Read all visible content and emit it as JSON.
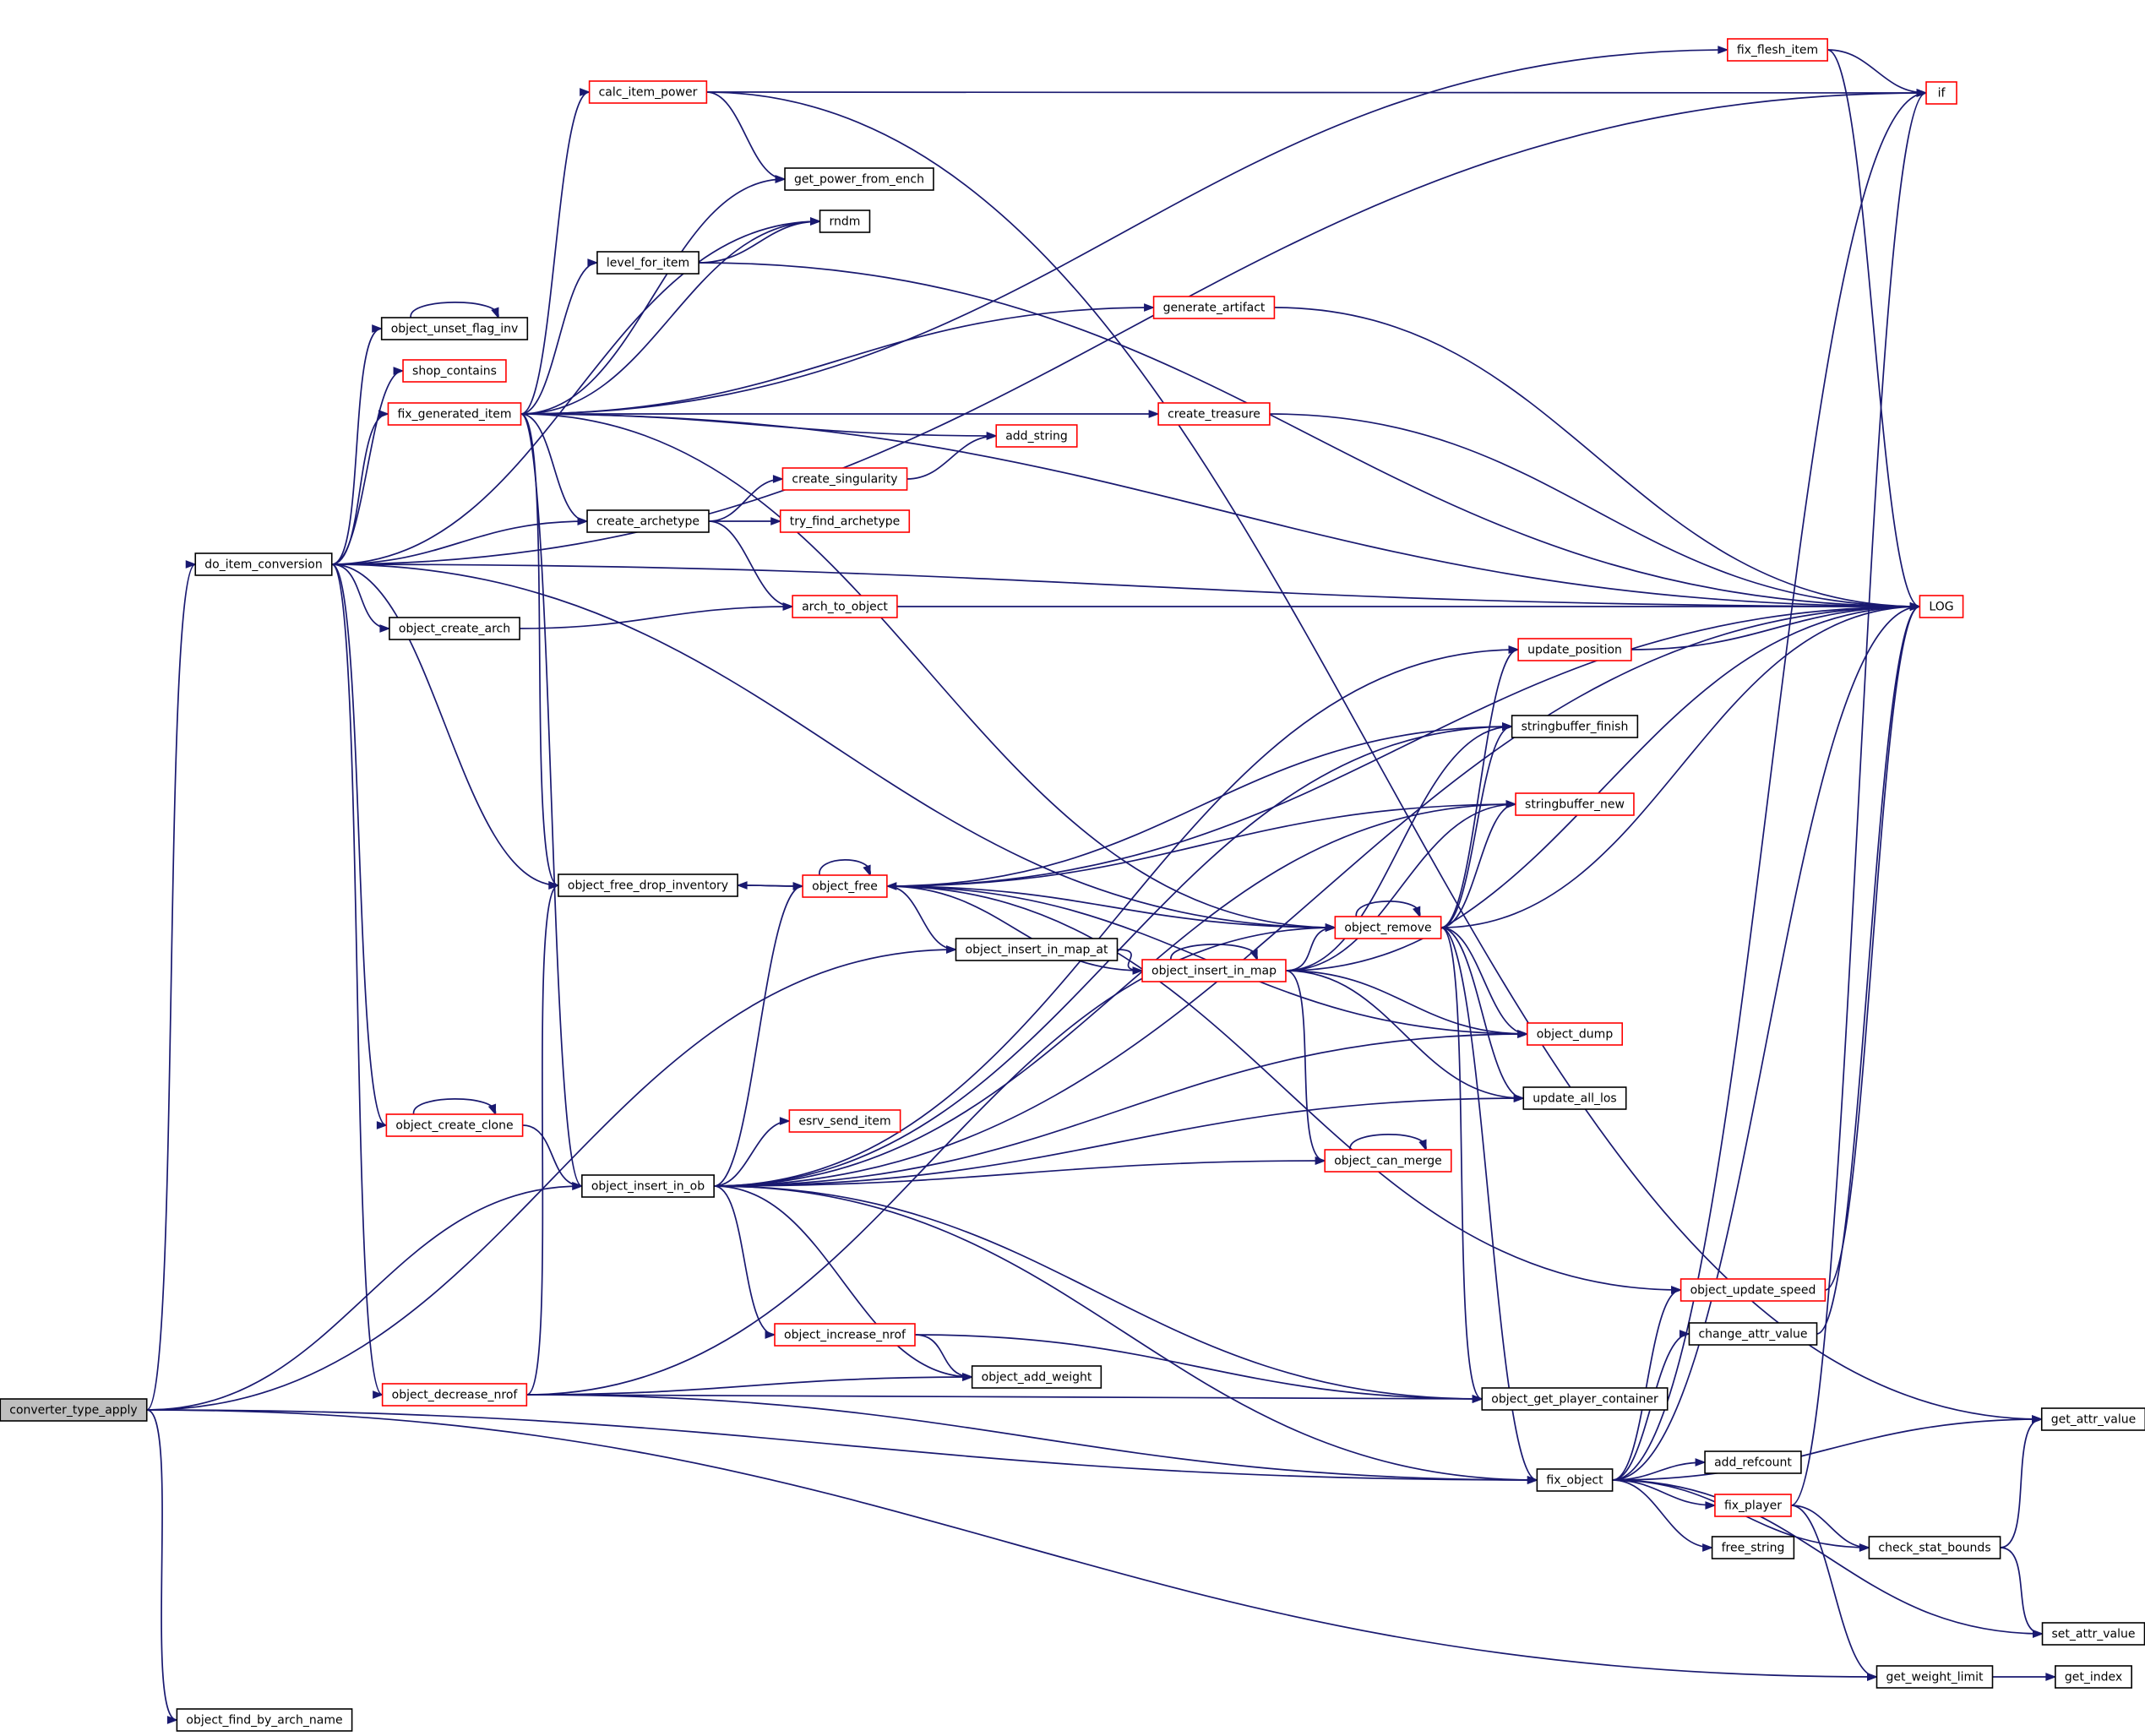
{
  "graph": {
    "colors": {
      "edge": "#191970",
      "node_border": "#000000",
      "partial_border": "#ff0000",
      "root_fill": "#bfbfbf",
      "node_fill": "#ffffff"
    },
    "nodes": [
      {
        "id": "converter_type_apply",
        "label": "converter_type_apply",
        "root": true
      },
      {
        "id": "do_item_conversion",
        "label": "do_item_conversion"
      },
      {
        "id": "object_find_by_arch_name",
        "label": "object_find_by_arch_name"
      },
      {
        "id": "object_unset_flag_inv",
        "label": "object_unset_flag_inv"
      },
      {
        "id": "shop_contains",
        "label": "shop_contains",
        "partial": true
      },
      {
        "id": "fix_generated_item",
        "label": "fix_generated_item",
        "partial": true
      },
      {
        "id": "object_create_arch",
        "label": "object_create_arch"
      },
      {
        "id": "object_create_clone",
        "label": "object_create_clone",
        "partial": true
      },
      {
        "id": "object_decrease_nrof",
        "label": "object_decrease_nrof",
        "partial": true
      },
      {
        "id": "calc_item_power",
        "label": "calc_item_power",
        "partial": true
      },
      {
        "id": "level_for_item",
        "label": "level_for_item"
      },
      {
        "id": "create_archetype",
        "label": "create_archetype"
      },
      {
        "id": "object_free_drop_inventory",
        "label": "object_free_drop_inventory"
      },
      {
        "id": "object_insert_in_ob",
        "label": "object_insert_in_ob"
      },
      {
        "id": "get_power_from_ench",
        "label": "get_power_from_ench"
      },
      {
        "id": "rndm",
        "label": "rndm"
      },
      {
        "id": "create_singularity",
        "label": "create_singularity",
        "partial": true
      },
      {
        "id": "try_find_archetype",
        "label": "try_find_archetype",
        "partial": true
      },
      {
        "id": "arch_to_object",
        "label": "arch_to_object",
        "partial": true
      },
      {
        "id": "object_free",
        "label": "object_free",
        "partial": true
      },
      {
        "id": "esrv_send_item",
        "label": "esrv_send_item",
        "partial": true
      },
      {
        "id": "object_increase_nrof",
        "label": "object_increase_nrof",
        "partial": true
      },
      {
        "id": "object_add_weight",
        "label": "object_add_weight"
      },
      {
        "id": "add_string",
        "label": "add_string",
        "partial": true
      },
      {
        "id": "object_insert_in_map_at",
        "label": "object_insert_in_map_at"
      },
      {
        "id": "generate_artifact",
        "label": "generate_artifact",
        "partial": true
      },
      {
        "id": "create_treasure",
        "label": "create_treasure",
        "partial": true
      },
      {
        "id": "object_insert_in_map",
        "label": "object_insert_in_map",
        "partial": true
      },
      {
        "id": "object_remove",
        "label": "object_remove",
        "partial": true
      },
      {
        "id": "object_can_merge",
        "label": "object_can_merge",
        "partial": true
      },
      {
        "id": "update_position",
        "label": "update_position",
        "partial": true
      },
      {
        "id": "stringbuffer_finish",
        "label": "stringbuffer_finish"
      },
      {
        "id": "stringbuffer_new",
        "label": "stringbuffer_new",
        "partial": true
      },
      {
        "id": "object_dump",
        "label": "object_dump",
        "partial": true
      },
      {
        "id": "update_all_los",
        "label": "update_all_los"
      },
      {
        "id": "object_get_player_container",
        "label": "object_get_player_container"
      },
      {
        "id": "fix_object",
        "label": "fix_object"
      },
      {
        "id": "fix_flesh_item",
        "label": "fix_flesh_item",
        "partial": true
      },
      {
        "id": "object_update_speed",
        "label": "object_update_speed",
        "partial": true
      },
      {
        "id": "change_attr_value",
        "label": "change_attr_value"
      },
      {
        "id": "add_refcount",
        "label": "add_refcount"
      },
      {
        "id": "fix_player",
        "label": "fix_player",
        "partial": true
      },
      {
        "id": "free_string",
        "label": "free_string"
      },
      {
        "id": "check_stat_bounds",
        "label": "check_stat_bounds"
      },
      {
        "id": "get_weight_limit",
        "label": "get_weight_limit"
      },
      {
        "id": "if",
        "label": "if",
        "partial": true
      },
      {
        "id": "LOG",
        "label": "LOG",
        "partial": true
      },
      {
        "id": "get_attr_value",
        "label": "get_attr_value"
      },
      {
        "id": "set_attr_value",
        "label": "set_attr_value"
      },
      {
        "id": "get_index",
        "label": "get_index"
      }
    ],
    "edges": [
      [
        "converter_type_apply",
        "do_item_conversion"
      ],
      [
        "converter_type_apply",
        "object_insert_in_ob"
      ],
      [
        "converter_type_apply",
        "object_insert_in_map_at"
      ],
      [
        "converter_type_apply",
        "fix_object"
      ],
      [
        "converter_type_apply",
        "get_weight_limit"
      ],
      [
        "converter_type_apply",
        "object_find_by_arch_name"
      ],
      [
        "do_item_conversion",
        "object_unset_flag_inv"
      ],
      [
        "do_item_conversion",
        "shop_contains"
      ],
      [
        "do_item_conversion",
        "fix_generated_item"
      ],
      [
        "do_item_conversion",
        "rndm"
      ],
      [
        "do_item_conversion",
        "if"
      ],
      [
        "do_item_conversion",
        "create_archetype"
      ],
      [
        "do_item_conversion",
        "LOG"
      ],
      [
        "do_item_conversion",
        "object_create_arch"
      ],
      [
        "do_item_conversion",
        "object_free_drop_inventory"
      ],
      [
        "do_item_conversion",
        "object_remove"
      ],
      [
        "do_item_conversion",
        "object_create_clone"
      ],
      [
        "do_item_conversion",
        "object_decrease_nrof"
      ],
      [
        "object_unset_flag_inv",
        "object_unset_flag_inv"
      ],
      [
        "fix_generated_item",
        "calc_item_power"
      ],
      [
        "fix_generated_item",
        "get_power_from_ench"
      ],
      [
        "fix_generated_item",
        "rndm"
      ],
      [
        "fix_generated_item",
        "level_for_item"
      ],
      [
        "fix_generated_item",
        "generate_artifact"
      ],
      [
        "fix_generated_item",
        "LOG"
      ],
      [
        "fix_generated_item",
        "create_treasure"
      ],
      [
        "fix_generated_item",
        "add_string"
      ],
      [
        "fix_generated_item",
        "create_archetype"
      ],
      [
        "fix_generated_item",
        "object_remove"
      ],
      [
        "fix_generated_item",
        "object_free_drop_inventory"
      ],
      [
        "fix_generated_item",
        "object_insert_in_ob"
      ],
      [
        "fix_generated_item",
        "fix_flesh_item"
      ],
      [
        "calc_item_power",
        "get_power_from_ench"
      ],
      [
        "calc_item_power",
        "if"
      ],
      [
        "calc_item_power",
        "get_attr_value"
      ],
      [
        "level_for_item",
        "rndm"
      ],
      [
        "level_for_item",
        "LOG"
      ],
      [
        "generate_artifact",
        "LOG"
      ],
      [
        "create_treasure",
        "LOG"
      ],
      [
        "create_archetype",
        "create_singularity"
      ],
      [
        "create_archetype",
        "try_find_archetype"
      ],
      [
        "create_archetype",
        "arch_to_object"
      ],
      [
        "create_singularity",
        "add_string"
      ],
      [
        "arch_to_object",
        "LOG"
      ],
      [
        "object_create_arch",
        "arch_to_object"
      ],
      [
        "object_create_clone",
        "object_create_clone"
      ],
      [
        "object_create_clone",
        "object_insert_in_ob"
      ],
      [
        "object_decrease_nrof",
        "object_free_drop_inventory"
      ],
      [
        "object_decrease_nrof",
        "object_remove"
      ],
      [
        "object_decrease_nrof",
        "object_add_weight"
      ],
      [
        "object_decrease_nrof",
        "object_get_player_container"
      ],
      [
        "object_decrease_nrof",
        "fix_object"
      ],
      [
        "object_free_drop_inventory",
        "object_free"
      ],
      [
        "object_free",
        "object_free"
      ],
      [
        "object_free",
        "object_free_drop_inventory"
      ],
      [
        "object_free",
        "LOG"
      ],
      [
        "object_free",
        "stringbuffer_finish"
      ],
      [
        "object_free",
        "stringbuffer_new"
      ],
      [
        "object_free",
        "object_remove"
      ],
      [
        "object_free",
        "object_insert_in_map_at"
      ],
      [
        "object_free",
        "object_dump"
      ],
      [
        "object_free",
        "object_update_speed"
      ],
      [
        "object_insert_in_map_at",
        "object_insert_in_map"
      ],
      [
        "object_insert_in_map",
        "object_insert_in_map"
      ],
      [
        "object_insert_in_map",
        "object_free"
      ],
      [
        "object_insert_in_map",
        "object_remove"
      ],
      [
        "object_insert_in_map",
        "stringbuffer_finish"
      ],
      [
        "object_insert_in_map",
        "stringbuffer_new"
      ],
      [
        "object_insert_in_map",
        "LOG"
      ],
      [
        "object_insert_in_map",
        "object_dump"
      ],
      [
        "object_insert_in_map",
        "update_all_los"
      ],
      [
        "object_insert_in_map",
        "object_can_merge"
      ],
      [
        "object_remove",
        "object_remove"
      ],
      [
        "object_remove",
        "update_position"
      ],
      [
        "object_remove",
        "stringbuffer_finish"
      ],
      [
        "object_remove",
        "stringbuffer_new"
      ],
      [
        "object_remove",
        "LOG"
      ],
      [
        "object_remove",
        "object_dump"
      ],
      [
        "object_remove",
        "update_all_los"
      ],
      [
        "object_remove",
        "object_get_player_container"
      ],
      [
        "object_remove",
        "fix_object"
      ],
      [
        "object_insert_in_ob",
        "update_position"
      ],
      [
        "object_insert_in_ob",
        "stringbuffer_finish"
      ],
      [
        "object_insert_in_ob",
        "stringbuffer_new"
      ],
      [
        "object_insert_in_ob",
        "object_free"
      ],
      [
        "object_insert_in_ob",
        "esrv_send_item"
      ],
      [
        "object_insert_in_ob",
        "object_can_merge"
      ],
      [
        "object_insert_in_ob",
        "object_dump"
      ],
      [
        "object_insert_in_ob",
        "update_all_los"
      ],
      [
        "object_insert_in_ob",
        "LOG"
      ],
      [
        "object_insert_in_ob",
        "object_increase_nrof"
      ],
      [
        "object_insert_in_ob",
        "object_add_weight"
      ],
      [
        "object_insert_in_ob",
        "object_get_player_container"
      ],
      [
        "object_insert_in_ob",
        "fix_object"
      ],
      [
        "object_can_merge",
        "object_can_merge"
      ],
      [
        "object_increase_nrof",
        "object_add_weight"
      ],
      [
        "object_increase_nrof",
        "object_get_player_container"
      ],
      [
        "update_position",
        "LOG"
      ],
      [
        "fix_object",
        "if"
      ],
      [
        "fix_object",
        "object_update_speed"
      ],
      [
        "fix_object",
        "change_attr_value"
      ],
      [
        "fix_object",
        "LOG"
      ],
      [
        "fix_object",
        "get_attr_value"
      ],
      [
        "fix_object",
        "add_refcount"
      ],
      [
        "fix_object",
        "fix_player"
      ],
      [
        "fix_object",
        "free_string"
      ],
      [
        "fix_object",
        "check_stat_bounds"
      ],
      [
        "fix_object",
        "set_attr_value"
      ],
      [
        "object_update_speed",
        "LOG"
      ],
      [
        "change_attr_value",
        "LOG"
      ],
      [
        "fix_player",
        "if"
      ],
      [
        "fix_player",
        "check_stat_bounds"
      ],
      [
        "fix_player",
        "get_weight_limit"
      ],
      [
        "check_stat_bounds",
        "get_attr_value"
      ],
      [
        "check_stat_bounds",
        "set_attr_value"
      ],
      [
        "get_weight_limit",
        "get_index"
      ],
      [
        "fix_flesh_item",
        "if"
      ],
      [
        "fix_flesh_item",
        "LOG"
      ]
    ]
  }
}
